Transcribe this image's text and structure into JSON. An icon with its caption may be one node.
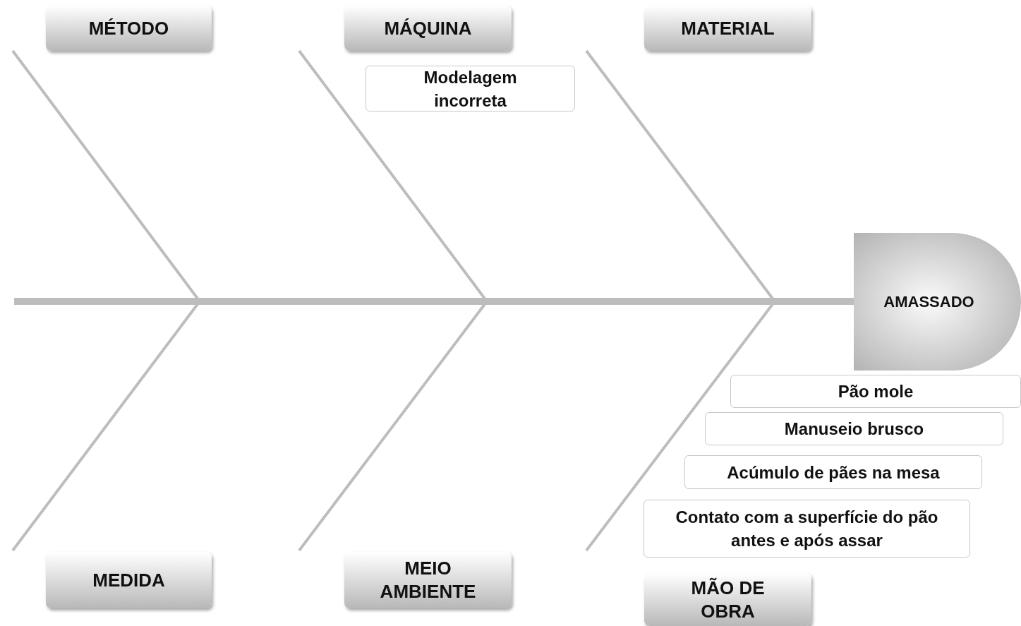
{
  "diagram": {
    "nodes": [
      {
        "text": [
          "MÉTODO"
        ]
      },
      {
        "text": [
          "MÁQUINA"
        ]
      },
      {
        "text": [
          "MATERIAL"
        ]
      },
      {
        "text": [
          "Modelagem incorreta"
        ]
      },
      {
        "text": [
          "AMASSADO"
        ]
      },
      {
        "text": [
          "Pão mole"
        ]
      },
      {
        "text": [
          "Manuseio brusco"
        ]
      },
      {
        "text": [
          "Acúmulo de pães na mesa"
        ]
      },
      {
        "text": [
          "Contato com a superfície do pão antes e após assar"
        ]
      },
      {
        "text": [
          "MEDIDA"
        ]
      },
      {
        "text": [
          "MEIO AMBIENTE"
        ]
      },
      {
        "text": [
          "MÃO DE OBRA"
        ]
      }
    ],
    "edges": [
      {
        "from": null,
        "to": 4,
        "arrow": "none"
      }
    ]
  }
}
